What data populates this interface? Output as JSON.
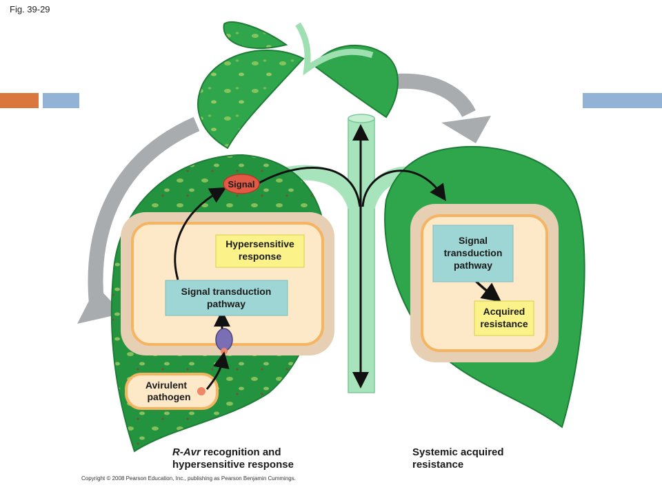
{
  "figure_label": "Fig. 39-29",
  "colors": {
    "orange_bar": "#D9773E",
    "blue_bar": "#93B3D6",
    "leaf_green": "#2FA64C",
    "leaf_dark": "#1D7D36",
    "stem": "#9FE0B3",
    "cell_wall": "#E6CFB3",
    "cell_interior": "#FDE8C8",
    "membrane": "#F5B461",
    "teal_box": "#9ED6D5",
    "yellow_box": "#FBF38A",
    "signal_red": "#E25A46",
    "grey_arrow": "#A9ACAF"
  },
  "labels": {
    "signal": "Signal",
    "hypersensitive_line1": "Hypersensitive",
    "hypersensitive_line2": "response",
    "left_transduction_line1": "Signal transduction",
    "left_transduction_line2": "pathway",
    "avirulent_line1": "Avirulent",
    "avirulent_line2": "pathogen",
    "right_transduction_line1": "Signal",
    "right_transduction_line2": "transduction",
    "right_transduction_line3": "pathway",
    "acquired_line1": "Acquired",
    "acquired_line2": "resistance"
  },
  "captions": {
    "left_italic": "R-Avr",
    "left_line1_rest": " recognition and",
    "left_line2": "hypersensitive response",
    "right_line1": "Systemic acquired",
    "right_line2": "resistance"
  },
  "copyright": "Copyright © 2008 Pearson Education, Inc., publishing as Pearson Benjamin Cummings."
}
